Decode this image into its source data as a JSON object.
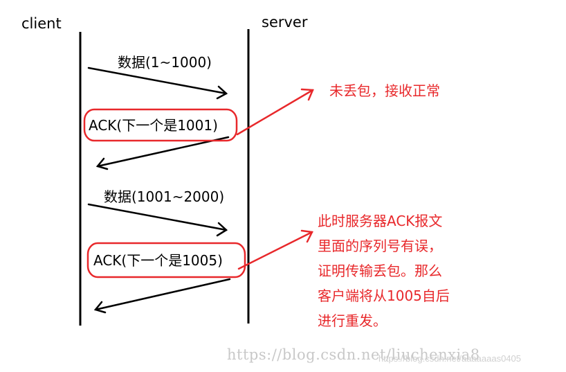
{
  "lifelines": {
    "client": "client",
    "server": "server"
  },
  "messages": {
    "data_1": "数据(1~1000)",
    "ack_1": "ACK(下一个是1001)",
    "data_2": "数据(1001~2000)",
    "ack_2": "ACK(下一个是1005)"
  },
  "annotations": {
    "note_1": "未丢包，接收正常",
    "note_2_lines": [
      "此时服务器ACK报文",
      "里面的序列号有误，",
      "证明传输丢包。那么",
      "客户端将从1005自后",
      "进行重发。"
    ]
  },
  "watermark": {
    "url": "https://blog.csdn.net/liuchenxia8",
    "faint": "https://blog.csdn.net/aaaaaaas0405"
  },
  "colors": {
    "line": "#000000",
    "accent": "#e8282b"
  }
}
